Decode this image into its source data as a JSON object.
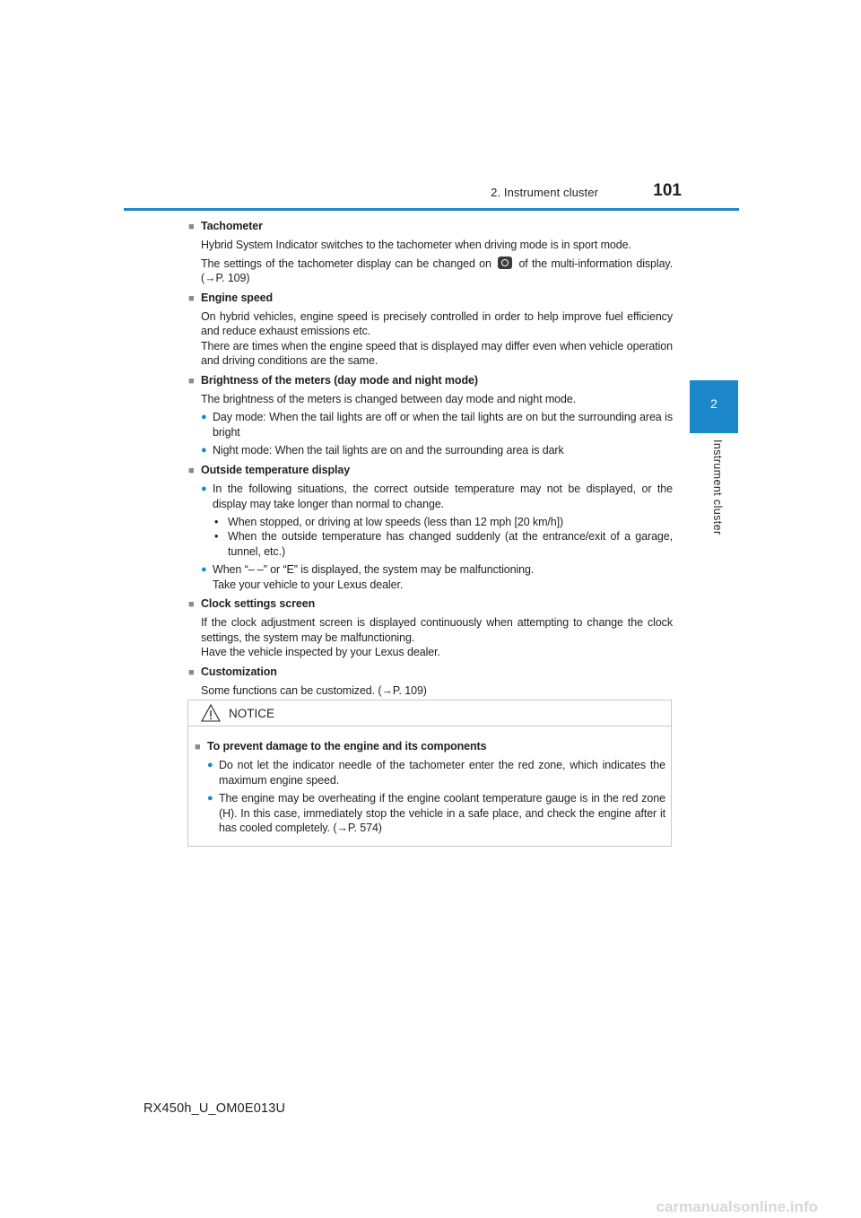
{
  "header": {
    "section": "2. Instrument cluster",
    "page_number": "101"
  },
  "side_tab": {
    "number": "2",
    "label": "Instrument cluster"
  },
  "sections": {
    "tachometer": {
      "heading": "Tachometer",
      "p1": "Hybrid System Indicator switches to the tachometer when driving mode is in sport mode.",
      "p2_before": "The settings of the tachometer display can be changed on",
      "p2_after": "of the multi-information display. (→P. 109)"
    },
    "engine_speed": {
      "heading": "Engine speed",
      "p1": "On hybrid vehicles, engine speed is precisely controlled in order to help improve fuel efficiency and reduce exhaust emissions etc.",
      "p2": "There are times when the engine speed that is displayed may differ even when vehicle operation and driving conditions are the same."
    },
    "brightness": {
      "heading": "Brightness of the meters (day mode and night mode)",
      "p1": "The brightness of the meters is changed between day mode and night mode.",
      "b1": "Day mode: When the tail lights are off or when the tail lights are on but the surrounding area is bright",
      "b2": "Night mode: When the tail lights are on and the surrounding area is dark"
    },
    "outside_temp": {
      "heading": "Outside temperature display",
      "b1": "In the following situations, the correct outside temperature may not be displayed, or the display may take longer than normal to change.",
      "s1": "When stopped, or driving at low speeds (less than 12 mph [20 km/h])",
      "s2": "When the outside temperature has changed suddenly (at the entrance/exit of a garage, tunnel, etc.)",
      "b2": "When “– –” or “E” is displayed, the system may be malfunctioning.",
      "b2_cont": "Take your vehicle to your Lexus dealer."
    },
    "clock": {
      "heading": "Clock settings screen",
      "p1": "If the clock adjustment screen is displayed continuously when attempting to change the clock settings, the system may be malfunctioning.",
      "p2": "Have the vehicle inspected by your Lexus dealer."
    },
    "customization": {
      "heading": "Customization",
      "p1": "Some functions can be customized. (→P. 109)"
    }
  },
  "notice": {
    "title": "NOTICE",
    "heading": "To prevent damage to the engine and its components",
    "b1": "Do not let the indicator needle of the tachometer enter the red zone, which indicates the maximum engine speed.",
    "b2": "The engine may be overheating if the engine coolant temperature gauge is in the red zone (H). In this case, immediately stop the vehicle in a safe place, and check the engine after it has cooled completely. (→P. 574)"
  },
  "markers": {
    "square": "■",
    "bullet": "●",
    "sub": "•"
  },
  "footer": {
    "code": "RX450h_U_OM0E013U",
    "watermark": "carmanualsonline.info"
  },
  "colors": {
    "accent": "#1c87c9",
    "text": "#231f20",
    "marker_gray": "#8a8a8a"
  },
  "icons": [
    "settings-icon",
    "warning-triangle-icon"
  ]
}
